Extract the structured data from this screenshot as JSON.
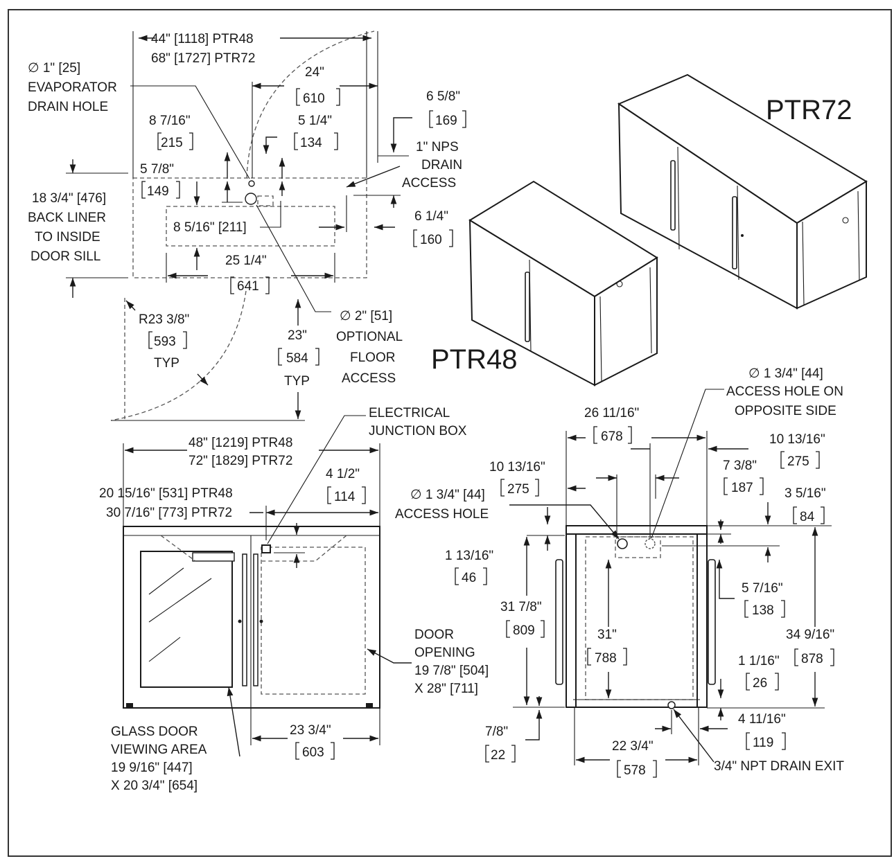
{
  "models": {
    "small": "PTR48",
    "large": "PTR72"
  },
  "plan": {
    "width_48": "44\" [1118] PTR48",
    "width_72": "68\" [1727] PTR72",
    "evap_dia": "∅ 1\" [25]",
    "evap_line1": "EVAPORATOR",
    "evap_line2": "DRAIN HOLE",
    "d24_in": "24\"",
    "d24_mm": "610",
    "d8716_in": "8 7/16\"",
    "d8716_mm": "215",
    "d514_in": "5 1/4\"",
    "d514_mm": "134",
    "d658_in": "6 5/8\"",
    "d658_mm": "169",
    "nps_line1": "1\" NPS",
    "nps_line2": "DRAIN",
    "nps_line3": "ACCESS",
    "d578_in": "5 7/8\"",
    "d578_mm": "149",
    "back_line1": "18 3/4\" [476]",
    "back_line2": "BACK LINER",
    "back_line3": "TO INSIDE",
    "back_line4": "DOOR SILL",
    "d8516": "8 5/16\" [211]",
    "d614_in": "6 1/4\"",
    "d614_mm": "160",
    "d2514_in": "25 1/4\"",
    "d2514_mm": "641",
    "radius_in": "R23 3/8\"",
    "radius_mm": "593",
    "radius_typ": "TYP",
    "d23_in": "23\"",
    "d23_mm": "584",
    "d23_typ": "TYP",
    "floor_dia": "∅ 2\" [51]",
    "floor_line1": "OPTIONAL",
    "floor_line2": "FLOOR",
    "floor_line3": "ACCESS"
  },
  "front": {
    "elec_line1": "ELECTRICAL",
    "elec_line2": "JUNCTION BOX",
    "width_48": "48\" [1219] PTR48",
    "width_72": "72\" [1829] PTR72",
    "d412_in": "4 1/2\"",
    "d412_mm": "114",
    "d201516": "20 15/16\" [531] PTR48",
    "d30716": "30 7/16\" [773] PTR72",
    "door_line1": "DOOR",
    "door_line2": "OPENING",
    "door_line3": "19 7/8\" [504]",
    "door_line4": "X 28\" [711]",
    "glass_line1": "GLASS DOOR",
    "glass_line2": "VIEWING AREA",
    "glass_line3": "19 9/16\" [447]",
    "glass_line4": "X 20 3/4\" [654]",
    "d2334_in": "23 3/4\"",
    "d2334_mm": "603"
  },
  "side": {
    "hole_opp_line1": "∅ 1 3/4\" [44]",
    "hole_opp_line2": "ACCESS HOLE ON",
    "hole_opp_line3": "OPPOSITE SIDE",
    "d261116_in": "26 11/16\"",
    "d261116_mm": "678",
    "d101316r_in": "10 13/16\"",
    "d101316r_mm": "275",
    "d101316l_in": "10 13/16\"",
    "d101316l_mm": "275",
    "d738_in": "7 3/8\"",
    "d738_mm": "187",
    "d3516_in": "3 5/16\"",
    "d3516_mm": "84",
    "hole_line1": "∅ 1 3/4\" [44]",
    "hole_line2": "ACCESS HOLE",
    "d11316_in": "1 13/16\"",
    "d11316_mm": "46",
    "d5716_in": "5 7/16\"",
    "d5716_mm": "138",
    "d3178_in": "31 7/8\"",
    "d3178_mm": "809",
    "d31_in": "31\"",
    "d31_mm": "788",
    "d34916_in": "34 9/16\"",
    "d34916_mm": "878",
    "d1116_in": "1 1/16\"",
    "d1116_mm": "26",
    "d78_in": "7/8\"",
    "d78_mm": "22",
    "d41116_in": "4 11/16\"",
    "d41116_mm": "119",
    "d2234_in": "22 3/4\"",
    "d2234_mm": "578",
    "drain_exit": "3/4\" NPT DRAIN EXIT"
  }
}
